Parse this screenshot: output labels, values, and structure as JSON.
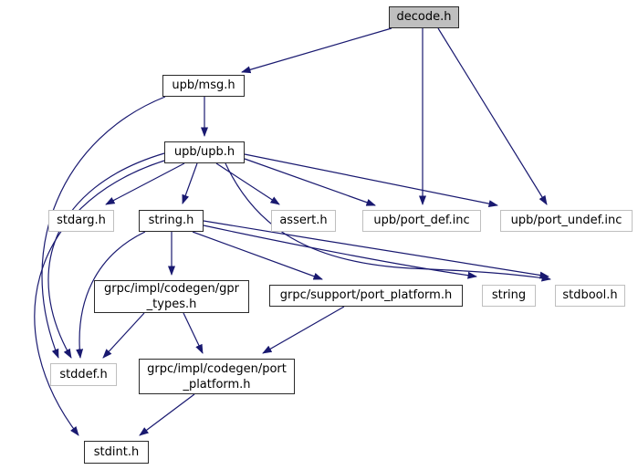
{
  "diagram": {
    "type": "include-dependency-graph",
    "root_file": "decode.h",
    "edge_color": "#191970",
    "highlight_fill": "#bfbfbf",
    "background": "#ffffff"
  },
  "nodes": [
    {
      "id": "decode_h",
      "lines": [
        "decode.h"
      ]
    },
    {
      "id": "upb_msg_h",
      "lines": [
        "upb/msg.h"
      ]
    },
    {
      "id": "upb_upb_h",
      "lines": [
        "upb/upb.h"
      ]
    },
    {
      "id": "stdarg_h",
      "lines": [
        "stdarg.h"
      ]
    },
    {
      "id": "string_h",
      "lines": [
        "string.h"
      ]
    },
    {
      "id": "assert_h",
      "lines": [
        "assert.h"
      ]
    },
    {
      "id": "upb_port_def_inc",
      "lines": [
        "upb/port_def.inc"
      ]
    },
    {
      "id": "upb_port_undef_inc",
      "lines": [
        "upb/port_undef.inc"
      ]
    },
    {
      "id": "gpr_types_h",
      "lines": [
        "grpc/impl/codegen/gpr",
        "_types.h"
      ]
    },
    {
      "id": "support_port_platform_h",
      "lines": [
        "grpc/support/port_platform.h"
      ]
    },
    {
      "id": "string_cpp",
      "lines": [
        "string"
      ]
    },
    {
      "id": "stdbool_h",
      "lines": [
        "stdbool.h"
      ]
    },
    {
      "id": "stddef_h",
      "lines": [
        "stddef.h"
      ]
    },
    {
      "id": "codegen_port_platform_h",
      "lines": [
        "grpc/impl/codegen/port",
        "_platform.h"
      ]
    },
    {
      "id": "stdint_h",
      "lines": [
        "stdint.h"
      ]
    }
  ],
  "edges": [
    {
      "from": "decode.h",
      "to": "upb/msg.h"
    },
    {
      "from": "decode.h",
      "to": "upb/port_def.inc"
    },
    {
      "from": "decode.h",
      "to": "upb/port_undef.inc"
    },
    {
      "from": "upb/msg.h",
      "to": "upb/upb.h"
    },
    {
      "from": "upb/msg.h",
      "to": "stddef.h"
    },
    {
      "from": "upb/upb.h",
      "to": "stddef.h"
    },
    {
      "from": "upb/upb.h",
      "to": "stdint.h"
    },
    {
      "from": "upb/upb.h",
      "to": "stdarg.h"
    },
    {
      "from": "upb/upb.h",
      "to": "string.h"
    },
    {
      "from": "upb/upb.h",
      "to": "assert.h"
    },
    {
      "from": "upb/upb.h",
      "to": "upb/port_def.inc"
    },
    {
      "from": "upb/upb.h",
      "to": "upb/port_undef.inc"
    },
    {
      "from": "upb/upb.h",
      "to": "stdbool.h"
    },
    {
      "from": "string.h",
      "to": "stddef.h"
    },
    {
      "from": "string.h",
      "to": "grpc/impl/codegen/gpr_types.h"
    },
    {
      "from": "string.h",
      "to": "grpc/support/port_platform.h"
    },
    {
      "from": "string.h",
      "to": "string"
    },
    {
      "from": "string.h",
      "to": "stdbool.h"
    },
    {
      "from": "grpc/impl/codegen/gpr_types.h",
      "to": "stddef.h"
    },
    {
      "from": "grpc/impl/codegen/gpr_types.h",
      "to": "grpc/impl/codegen/port_platform.h"
    },
    {
      "from": "grpc/support/port_platform.h",
      "to": "grpc/impl/codegen/port_platform.h"
    },
    {
      "from": "grpc/impl/codegen/port_platform.h",
      "to": "stdint.h"
    }
  ]
}
